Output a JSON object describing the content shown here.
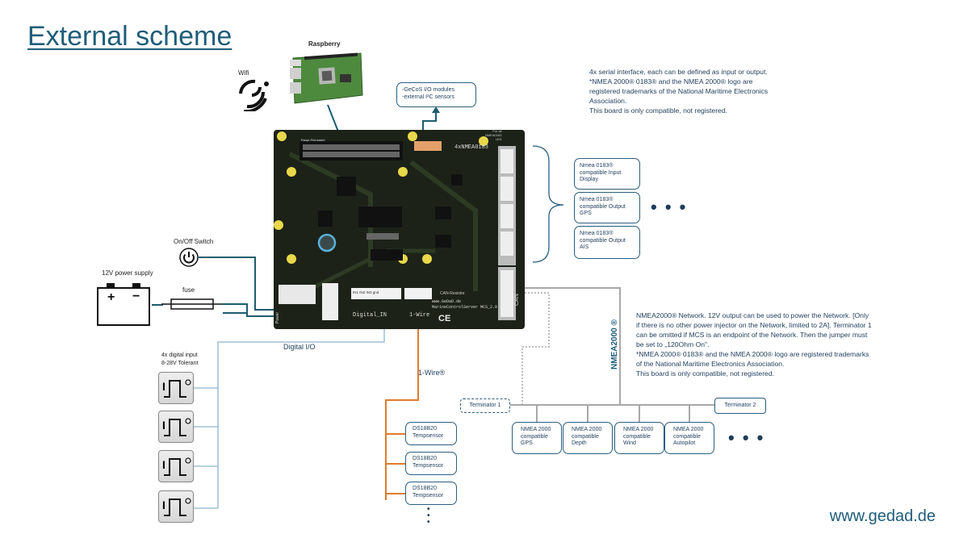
{
  "title": "External scheme",
  "footer": "www.gedad.de",
  "raspberry": {
    "label": "Raspberry"
  },
  "wifi": {
    "label": "Wifi"
  },
  "gecos": {
    "label": "-GeCoS I/O modules\n-external I²C sensors"
  },
  "serial_note": "4x serial interface, each can be defined as input or output.\n*NMEA 2000® 0183® and the NMEA 2000® logo are registered trademarks of the National Maritime Electronics Association.\nThis board is only compatible, not registered.",
  "nmea0183_devices": [
    "Nmea 0183®\ncompatible Input\nDisplay",
    "Nmea 0183®\ncompatible Output\nGPS",
    "Nmea 0183®\ncompatible Output\nAIS"
  ],
  "dots": "• • •",
  "onoff": {
    "label": "On/Off Switch"
  },
  "power": {
    "label": "12V power supply",
    "plus": "+",
    "minus": "−"
  },
  "fuse": {
    "label": "fuse"
  },
  "digital_input": {
    "label": "4x digital input\n8-28V Tolerant",
    "bus_label": "Digital I/O",
    "glyph": "I"
  },
  "onewire": {
    "label": "1-Wire®",
    "sensors": [
      "DS18B20\nTempsensor",
      "DS18B20\nTempsensor",
      "DS18B20\nTempsensor"
    ],
    "more": "•\n•\n•"
  },
  "nmea2000": {
    "label": "NMEA2000 ®",
    "note": "NMEA2000® Network. 12V output can be used to power the Network. [Only if there is no other power injector on the Network, limited to 2A]. Terminator 1 can be omitted if MCS is an endpoint of the Network. Then the jumper must be set to „120Ohm On\".\n*NMEA 2000® 0183® and the NMEA 2000® logo are registered trademarks of the National Maritime Electronics Association.\nThis board is only compatible, not registered.",
    "terminator1": "Terminator 1",
    "terminator2": "Terminator 2",
    "devices": [
      "NMEA 2000\ncompatible\nGPS",
      "NMEA 2000\ncompatible\nDepth",
      "NMEA 2000\ncompatible\nWind",
      "NMEA 2000\ncompatible\nAutopilot"
    ]
  },
  "pcb": {
    "header_label": "Raspi-Pinheader",
    "nmea_label": "4xNMEA0183",
    "small_top_label": "For all\nNMEA0183\nLED",
    "brand": "www.GeDaD.de\nMarineControlServer  MCS_2.0",
    "digital_label": "Digital_IN",
    "digital_pins": "IN1  IN2  IN3  gnd",
    "onewire_label": "1-Wire",
    "can_label": "CAN",
    "can_resistor": "CAN-Resistor",
    "pwr_label": "Power",
    "ce": "CE"
  }
}
